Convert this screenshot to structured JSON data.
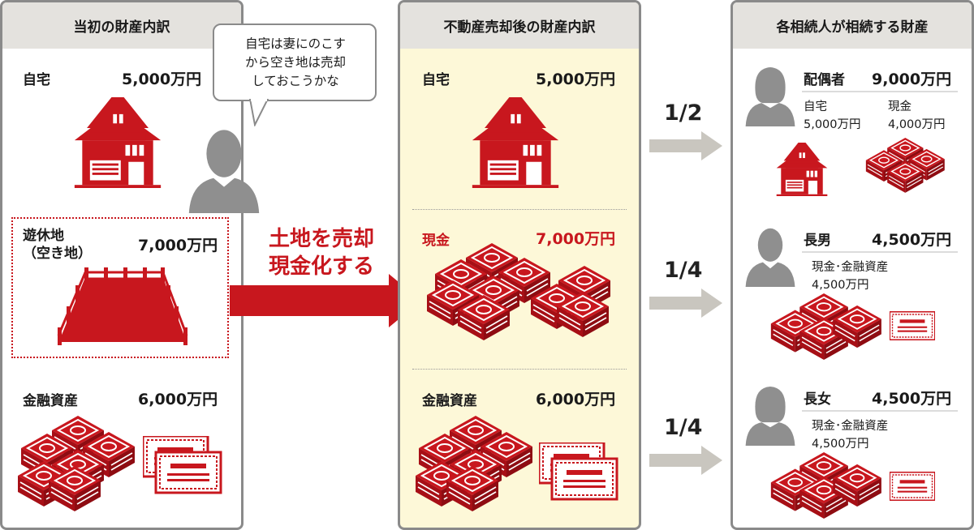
{
  "panel1": {
    "title": "当初の財産内訳",
    "home_label": "自宅",
    "home_amount": "5,000万円",
    "land_label": "遊休地\n（空き地）",
    "land_amount": "7,000万円",
    "fin_label": "金融資産",
    "fin_amount": "6,000万円"
  },
  "bubble": {
    "text": "自宅は妻にのこす\nから空き地は売却\nしておこうかな"
  },
  "action": {
    "text": "土地を売却\n現金化する"
  },
  "panel2": {
    "title": "不動産売却後の財産内訳",
    "home_label": "自宅",
    "home_amount": "5,000万円",
    "cash_label": "現金",
    "cash_amount": "7,000万円",
    "fin_label": "金融資産",
    "fin_amount": "6,000万円"
  },
  "fractions": [
    "1/2",
    "1/4",
    "1/4"
  ],
  "panel3": {
    "title": "各相続人が相続する財産",
    "spouse": {
      "name": "配偶者",
      "amount": "9,000万円",
      "item1_label": "自宅",
      "item1_amount": "5,000万円",
      "item2_label": "現金",
      "item2_amount": "4,000万円"
    },
    "son": {
      "name": "長男",
      "amount": "4,500万円",
      "detail": "現金･金融資産",
      "detail_amount": "4,500万円"
    },
    "daughter": {
      "name": "長女",
      "amount": "4,500万円",
      "detail": "現金･金融資産",
      "detail_amount": "4,500万円"
    }
  },
  "colors": {
    "accent": "#c8171e",
    "panel_border": "#8a8a8a",
    "header_bg": "#e4e2de",
    "highlight_bg": "#fdf8d8",
    "arrow_gray": "#c9c6bf",
    "person_gray": "#8f8f8f"
  }
}
